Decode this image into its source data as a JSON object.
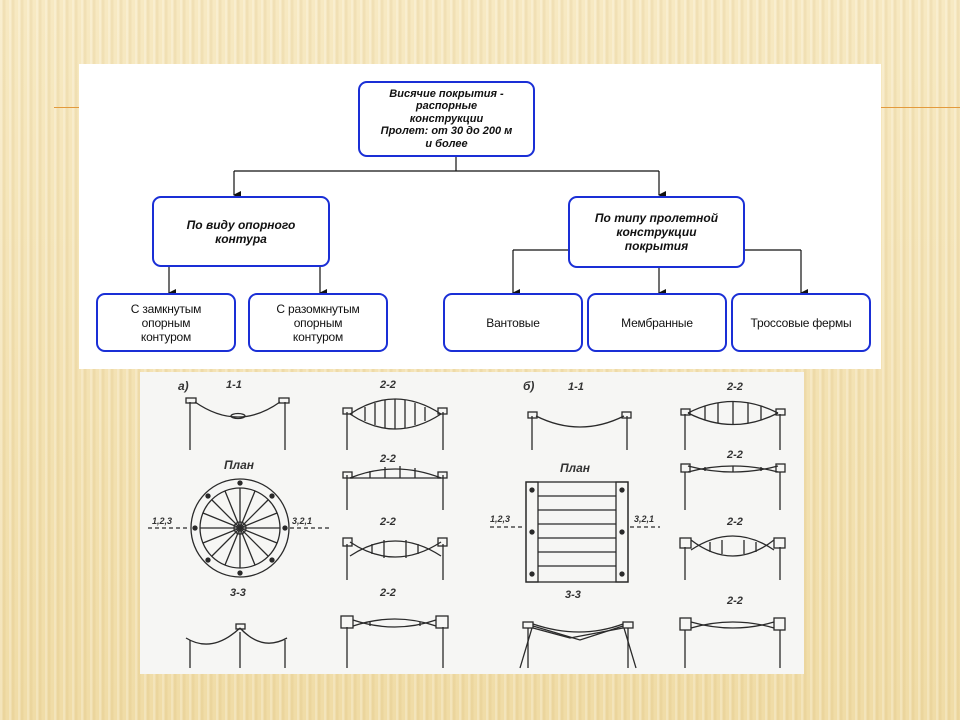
{
  "diagram": {
    "root": {
      "lines": [
        "Висячие покрытия - распорные",
        "конструкции",
        "Пролет: от 30 до 200 м",
        "и более"
      ]
    },
    "branches": [
      {
        "lines": [
          "По виду опорного",
          "контура"
        ],
        "children": [
          {
            "lines": [
              "С замкнутым",
              "опорным",
              "контуром"
            ]
          },
          {
            "lines": [
              "С разомкнутым",
              "опорным",
              "контуром"
            ]
          }
        ]
      },
      {
        "lines": [
          "По типу пролетной",
          "конструкции",
          "покрытия"
        ],
        "children": [
          {
            "lines": [
              "Вантовые"
            ]
          },
          {
            "lines": [
              "Мембранные"
            ]
          },
          {
            "lines": [
              "Троссовые фермы"
            ]
          }
        ]
      }
    ]
  },
  "drawing": {
    "part_a": "а)",
    "part_b": "б)",
    "plan": "План",
    "section_1": "1-1",
    "section_2": "2-2",
    "section_3": "3-3",
    "cut_left": "1,2,3",
    "cut_right": "3,2,1"
  },
  "colors": {
    "box_border": "#1a2fd6",
    "accent_rule": "#e39a3c",
    "ink": "#222222"
  }
}
